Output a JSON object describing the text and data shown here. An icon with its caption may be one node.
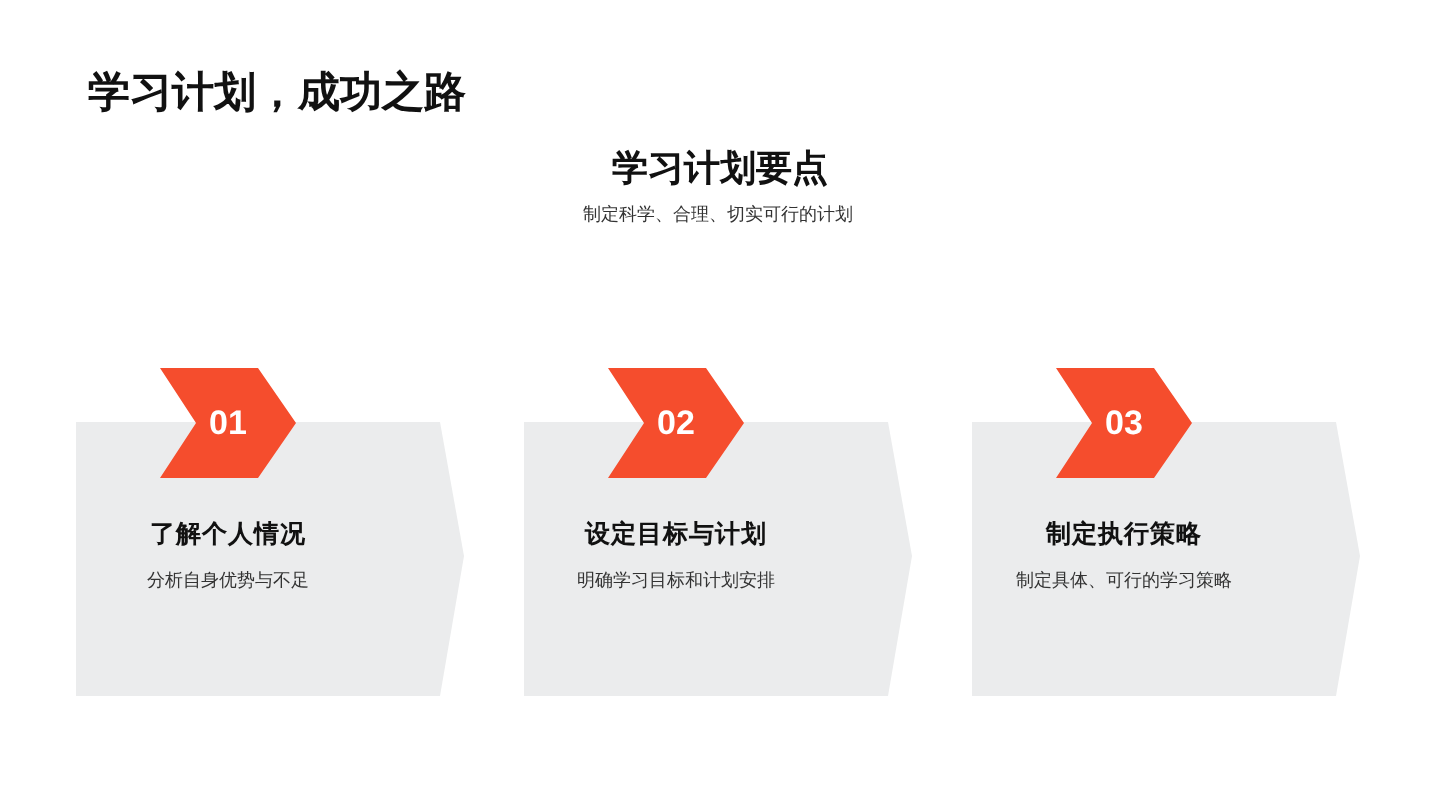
{
  "diagram": {
    "title": "学习计划，成功之路",
    "nodes": [
      {
        "text": [
          "01"
        ]
      },
      {
        "text": [
          "了解个人情况",
          "分析自身优势与不足"
        ]
      },
      {
        "text": [
          "02"
        ]
      },
      {
        "text": [
          "设定目标与计划",
          "明确学习目标和计划安排"
        ]
      },
      {
        "text": [
          "03"
        ]
      },
      {
        "text": [
          "制定执行策略",
          "制定具体、可行的学习策略"
        ]
      }
    ],
    "labels": [
      "学习计划要点",
      "制定科学、合理、切实可行的计划"
    ]
  }
}
